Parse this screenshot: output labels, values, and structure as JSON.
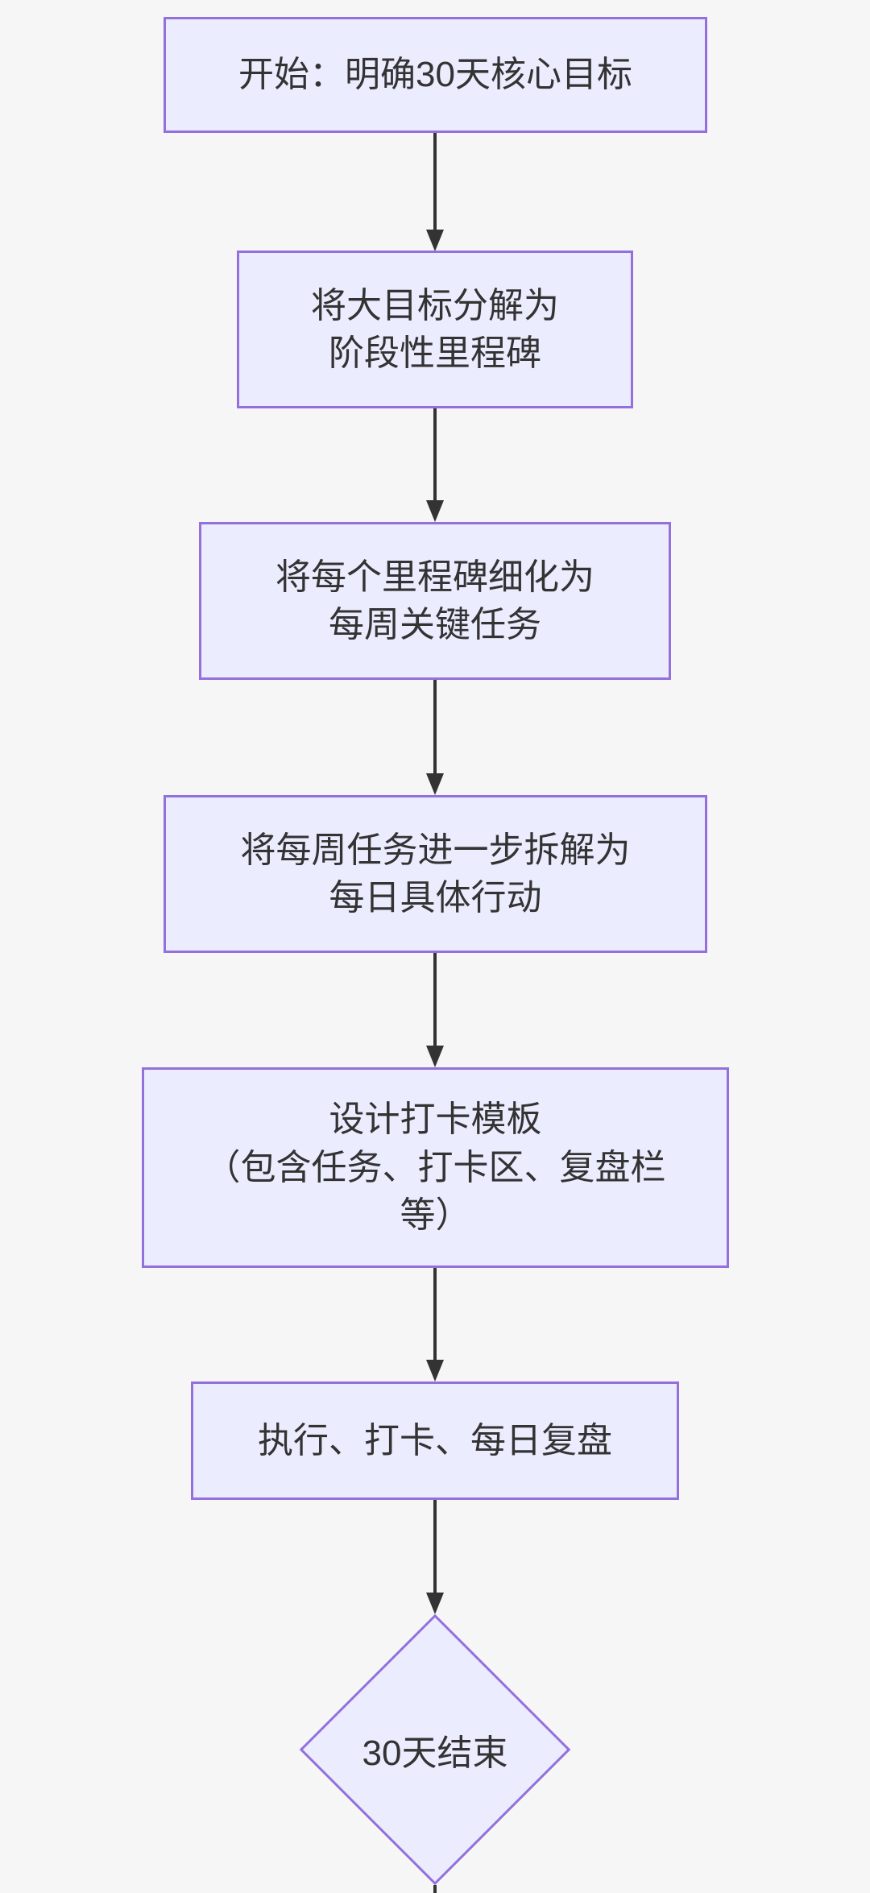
{
  "diagram": {
    "type": "flowchart",
    "direction": "top-down",
    "colors": {
      "background": "#f6f6f7",
      "node_fill": "#ECECFF",
      "node_border": "#9370DB",
      "arrow": "#333333",
      "text": "#333333"
    },
    "nodes": [
      {
        "id": "start",
        "shape": "rectangle",
        "label": "开始：明确30天核心目标"
      },
      {
        "id": "milestones",
        "shape": "rectangle",
        "label": "将大目标分解为\n阶段性里程碑"
      },
      {
        "id": "weekly-tasks",
        "shape": "rectangle",
        "label": "将每个里程碑细化为\n每周关键任务"
      },
      {
        "id": "daily-actions",
        "shape": "rectangle",
        "label": "将每周任务进一步拆解为\n每日具体行动"
      },
      {
        "id": "card-template",
        "shape": "rectangle",
        "label": "设计打卡模板\n（包含任务、打卡区、复盘栏\n等）"
      },
      {
        "id": "execute-review",
        "shape": "rectangle",
        "label": "执行、打卡、每日复盘"
      },
      {
        "id": "end",
        "shape": "diamond",
        "label": "30天结束"
      }
    ],
    "edges": [
      {
        "from": "start",
        "to": "milestones"
      },
      {
        "from": "milestones",
        "to": "weekly-tasks"
      },
      {
        "from": "weekly-tasks",
        "to": "daily-actions"
      },
      {
        "from": "daily-actions",
        "to": "card-template"
      },
      {
        "from": "card-template",
        "to": "execute-review"
      },
      {
        "from": "execute-review",
        "to": "end"
      }
    ]
  }
}
